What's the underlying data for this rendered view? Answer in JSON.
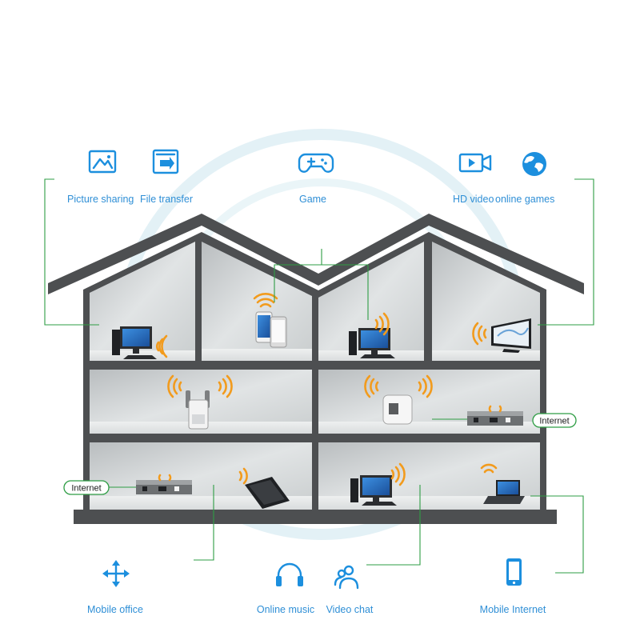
{
  "top_features": [
    {
      "label": "Picture sharing",
      "icon": "picture-icon"
    },
    {
      "label": "File transfer",
      "icon": "file-transfer-icon"
    },
    {
      "label": "Game",
      "icon": "gamepad-icon"
    },
    {
      "label": "HD video",
      "icon": "video-camera-icon"
    },
    {
      "label": "online games",
      "icon": "globe-icon"
    }
  ],
  "bottom_features": [
    {
      "label": "Mobile office",
      "icon": "move-arrows-icon"
    },
    {
      "label": "Online music",
      "icon": "headphones-icon"
    },
    {
      "label": "Video chat",
      "icon": "people-icon"
    },
    {
      "label": "Mobile Internet",
      "icon": "smartphone-icon"
    }
  ],
  "internet_tags": [
    "Internet",
    "Internet"
  ],
  "colors": {
    "icon_blue": "#1c8fde",
    "label_blue": "#2f8fd6",
    "connector_green": "#2e9d44",
    "wifi_orange": "#f29b1d",
    "house_dark": "#4d4f51",
    "room_wall": "#cfd3d4"
  }
}
